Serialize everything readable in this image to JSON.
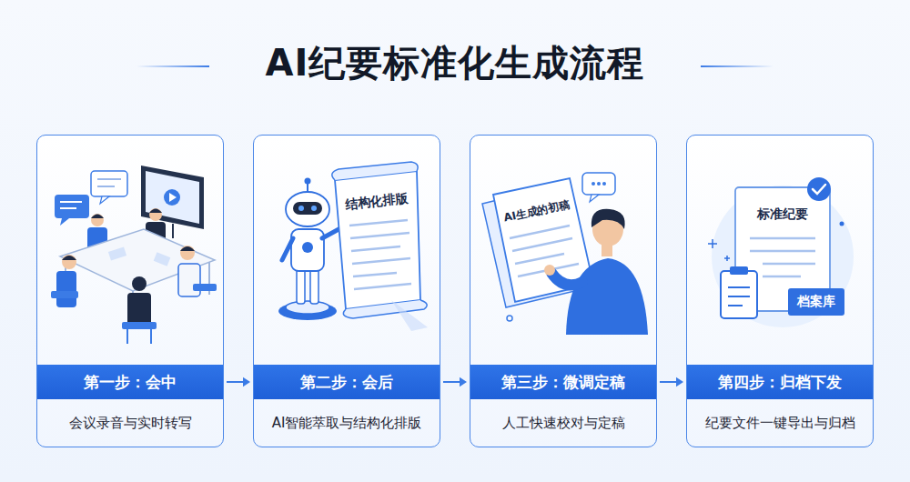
{
  "diagram": {
    "title": "AI纪要标准化生成流程",
    "nodes": [
      {
        "text": [
          "第一步：会中",
          "会议录音与实时转写"
        ]
      },
      {
        "text": [
          "第二步：会后",
          "AI智能萃取与结构化排版"
        ]
      },
      {
        "text": [
          "第三步：微调定稿",
          "人工快速校对与定稿"
        ]
      },
      {
        "text": [
          "第四步：归档下发",
          "纪要文件一键导出与归档"
        ]
      }
    ],
    "edges": [
      {
        "from": 0,
        "to": 1,
        "arrow": "to"
      },
      {
        "from": 1,
        "to": 2,
        "arrow": "to"
      },
      {
        "from": 2,
        "to": 3,
        "arrow": "to"
      }
    ],
    "labels": [
      "结构化排版",
      "AI生成的初稿",
      "标准纪要",
      "档案库"
    ]
  }
}
